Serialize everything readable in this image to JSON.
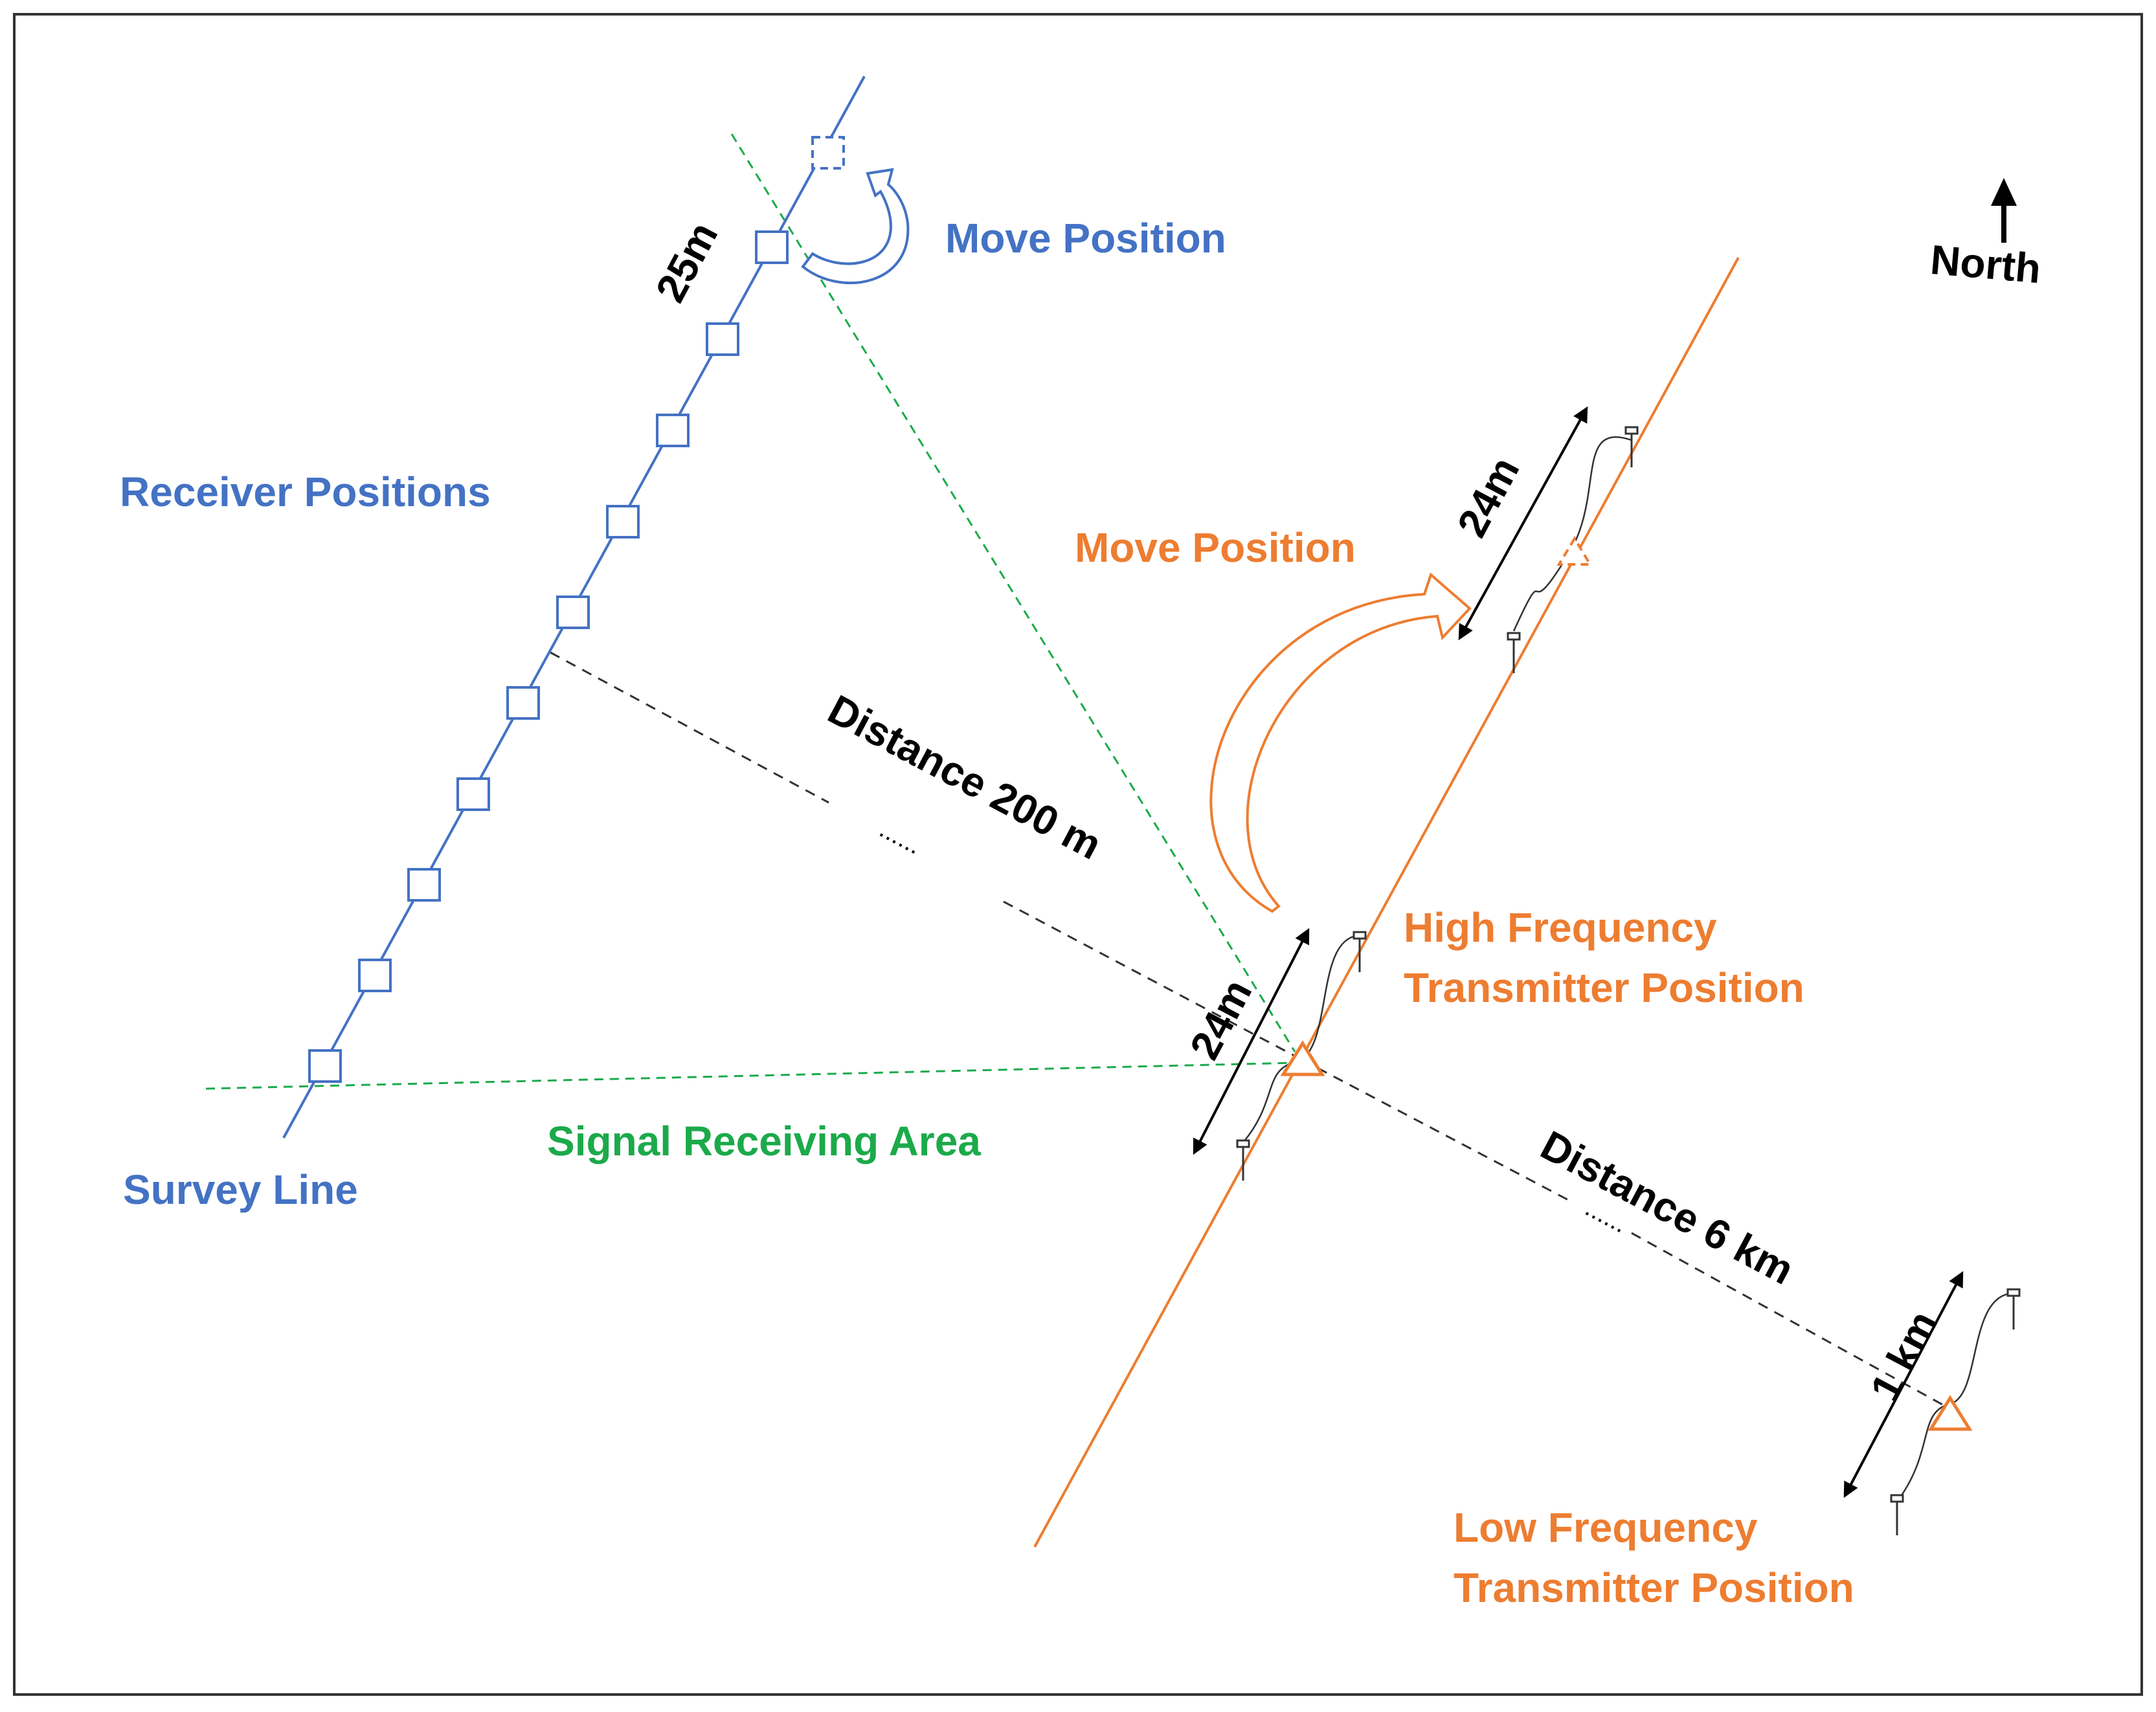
{
  "labels": {
    "move_position_receiver": "Move Position",
    "receiver_positions": "Receiver Positions",
    "survey_line": "Survey Line",
    "signal_receiving_area": "Signal Receiving Area",
    "move_position_transmitter": "Move Position",
    "high_freq_line1": "High Frequency",
    "high_freq_line2": "Transmitter Position",
    "low_freq_line1": "Low Frequency",
    "low_freq_line2": "Transmitter Position",
    "north": "North",
    "receiver_spacing": "25m",
    "hf_dipole_length": "24m",
    "hf_move_dipole_length": "24m",
    "lf_dipole_length": "1 km",
    "distance_hf": "Distance 200 m",
    "distance_lf": "Distance 6 km",
    "ellipsis_hf": "......",
    "ellipsis_lf": "......"
  },
  "colors": {
    "blue": "#4472C4",
    "orange": "#ED7D31",
    "green": "#1BAA4A",
    "black": "#000000"
  },
  "icons": {
    "receiver": "square-receiver-icon",
    "transmitter": "triangle-transmitter-icon",
    "electrode": "electrode-stake-icon",
    "north_arrow": "north-arrow-icon",
    "move_arrow": "curved-move-arrow-icon"
  }
}
